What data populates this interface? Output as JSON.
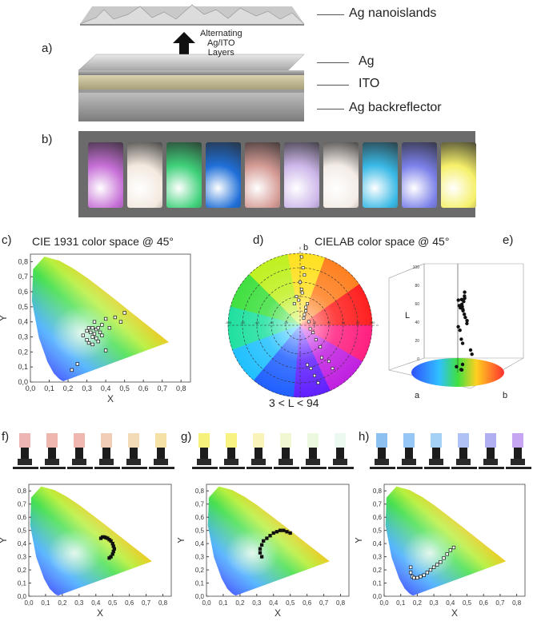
{
  "panels": {
    "a": "a)",
    "b": "b)",
    "c": "c)",
    "d": "d)",
    "e": "e)",
    "f": "f)",
    "g": "g)",
    "h": "h)"
  },
  "layers": {
    "nanoislands": "Ag nanoislands",
    "ag": "Ag",
    "ito": "ITO",
    "backreflector": "Ag backreflector",
    "arrow_text": [
      "Alternating",
      "Ag/ITO",
      "Layers"
    ]
  },
  "samples": {
    "colors": [
      "#c66fd6",
      "#f3e9df",
      "#3fd17a",
      "#1f6fd8",
      "#d59b95",
      "#cdb7ea",
      "#f4ece6",
      "#39b9e6",
      "#7b80e9",
      "#f6f06a"
    ]
  },
  "cie": {
    "title": "CIE 1931 color space @ 45°",
    "xlabel": "X",
    "ylabel": "Y",
    "xticks": [
      "0,0",
      "0,1",
      "0,2",
      "0,3",
      "0,4",
      "0,5",
      "0,6",
      "0,7",
      "0,8"
    ],
    "yticks": [
      "0,0",
      "0,1",
      "0,2",
      "0,3",
      "0,4",
      "0,5",
      "0,6",
      "0,7",
      "0,8"
    ]
  },
  "cielab": {
    "title": "CIELAB color space @ 45°",
    "a_label": "a",
    "b_label": "b",
    "range_text": "3 < L < 94",
    "ring_ticks": [
      "-100",
      "-80",
      "-60",
      "-40",
      "-20",
      "20",
      "40",
      "60",
      "80",
      "100"
    ]
  },
  "lab3d": {
    "l_label": "L",
    "a_label": "a",
    "b_label": "b",
    "l_ticks": [
      "0",
      "20",
      "40",
      "60",
      "80",
      "100"
    ]
  },
  "chart_data": [
    {
      "type": "scatter",
      "panel": "c",
      "title": "CIE 1931 color space @ 45°",
      "xlabel": "X",
      "ylabel": "Y",
      "xlim": [
        0,
        0.85
      ],
      "ylim": [
        0,
        0.85
      ],
      "x": [
        0.22,
        0.25,
        0.28,
        0.3,
        0.3,
        0.31,
        0.32,
        0.33,
        0.33,
        0.34,
        0.34,
        0.35,
        0.35,
        0.36,
        0.36,
        0.37,
        0.38,
        0.38,
        0.4,
        0.42,
        0.45,
        0.5,
        0.48,
        0.33,
        0.31,
        0.4
      ],
      "y": [
        0.08,
        0.12,
        0.31,
        0.28,
        0.34,
        0.26,
        0.33,
        0.36,
        0.3,
        0.32,
        0.4,
        0.29,
        0.35,
        0.36,
        0.27,
        0.33,
        0.31,
        0.38,
        0.42,
        0.36,
        0.43,
        0.46,
        0.4,
        0.25,
        0.36,
        0.21
      ]
    },
    {
      "type": "scatter",
      "panel": "d",
      "title": "CIELAB color space @ 45°",
      "xlabel": "a",
      "ylabel": "b",
      "xlim": [
        -100,
        100
      ],
      "ylim": [
        -100,
        100
      ],
      "x": [
        2,
        4,
        6,
        0,
        -5,
        10,
        3,
        -2,
        8,
        5,
        12,
        14,
        18,
        22,
        28,
        30,
        10,
        15,
        20,
        25,
        40,
        45,
        8,
        -8,
        2,
        6
      ],
      "y": [
        95,
        80,
        70,
        60,
        40,
        30,
        45,
        35,
        20,
        10,
        5,
        -5,
        -10,
        -20,
        -30,
        -45,
        -55,
        -60,
        -70,
        -80,
        -50,
        -60,
        25,
        30,
        50,
        15
      ]
    },
    {
      "type": "scatter",
      "panel": "f",
      "xlabel": "X",
      "ylabel": "Y",
      "xlim": [
        0,
        0.85
      ],
      "ylim": [
        0,
        0.85
      ],
      "x": [
        0.43,
        0.44,
        0.45,
        0.46,
        0.47,
        0.48,
        0.49,
        0.5,
        0.505,
        0.51,
        0.505,
        0.5,
        0.49,
        0.48
      ],
      "y": [
        0.44,
        0.45,
        0.45,
        0.445,
        0.44,
        0.43,
        0.42,
        0.4,
        0.38,
        0.36,
        0.34,
        0.32,
        0.3,
        0.29
      ]
    },
    {
      "type": "scatter",
      "panel": "g",
      "xlabel": "X",
      "ylabel": "Y",
      "xlim": [
        0,
        0.85
      ],
      "ylim": [
        0,
        0.85
      ],
      "x": [
        0.33,
        0.32,
        0.32,
        0.33,
        0.34,
        0.36,
        0.38,
        0.4,
        0.42,
        0.44,
        0.46,
        0.48,
        0.5
      ],
      "y": [
        0.3,
        0.33,
        0.36,
        0.39,
        0.42,
        0.44,
        0.46,
        0.48,
        0.49,
        0.5,
        0.5,
        0.49,
        0.48
      ]
    },
    {
      "type": "scatter",
      "panel": "h",
      "xlabel": "X",
      "ylabel": "Y",
      "xlim": [
        0,
        0.85
      ],
      "ylim": [
        0,
        0.85
      ],
      "x": [
        0.16,
        0.16,
        0.17,
        0.18,
        0.2,
        0.22,
        0.24,
        0.26,
        0.28,
        0.3,
        0.32,
        0.34,
        0.36,
        0.38,
        0.4,
        0.42
      ],
      "y": [
        0.22,
        0.18,
        0.15,
        0.14,
        0.14,
        0.15,
        0.16,
        0.18,
        0.2,
        0.22,
        0.24,
        0.26,
        0.29,
        0.32,
        0.35,
        0.37
      ]
    }
  ]
}
